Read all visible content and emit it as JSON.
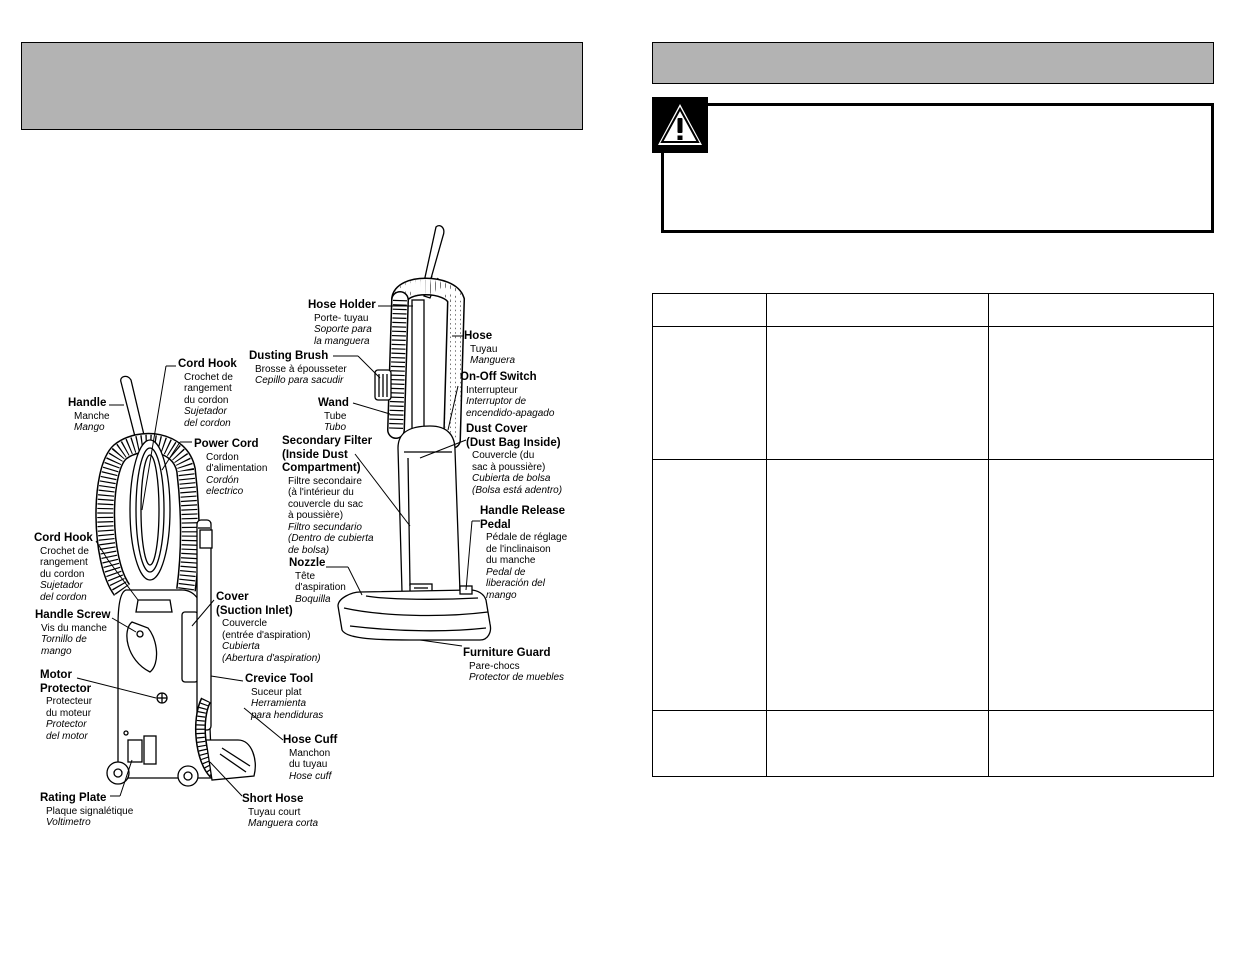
{
  "labels": {
    "hose_holder": {
      "en": "Hose Holder",
      "fr": "Porte- tuyau",
      "es": [
        "Soporte para",
        "la manguera"
      ]
    },
    "hose": {
      "en": "Hose",
      "fr": "Tuyau",
      "es": [
        "Manguera"
      ]
    },
    "dusting_brush": {
      "en": "Dusting Brush",
      "fr": "Brosse à épousseter",
      "es": [
        "Cepillo para sacudir"
      ]
    },
    "on_off_switch": {
      "en": "On-Off Switch",
      "fr": "Interrupteur",
      "es": [
        "Interruptor de",
        "encendido-apagado"
      ]
    },
    "wand": {
      "en": "Wand",
      "fr": "Tube",
      "es": [
        "Tubo"
      ]
    },
    "dust_cover": {
      "en": [
        "Dust Cover",
        "(Dust Bag Inside)"
      ],
      "fr": [
        "Couvercle (du",
        "sac à poussière)"
      ],
      "es": [
        "Cubierta de bolsa",
        "(Bolsa está adentro)"
      ]
    },
    "secondary_filter": {
      "en": [
        "Secondary Filter",
        "(Inside Dust",
        "Compartment)"
      ],
      "fr": [
        "Filtre secondaire",
        "(à l'intérieur du",
        "couvercle du sac",
        "à poussière)"
      ],
      "es": [
        "Filtro secundario",
        "(Dentro de cubierta",
        "de bolsa)"
      ]
    },
    "handle_release": {
      "en": [
        "Handle Release",
        "Pedal"
      ],
      "fr": [
        "Pédale de réglage",
        "de l'inclinaison",
        "du manche"
      ],
      "es": [
        "Pedal de",
        "liberación del",
        "mango"
      ]
    },
    "nozzle": {
      "en": "Nozzle",
      "fr": [
        "Tête",
        "d'aspiration"
      ],
      "es": [
        "Boquilla"
      ]
    },
    "furniture_guard": {
      "en": "Furniture Guard",
      "fr": "Pare-chocs",
      "es": [
        "Protector de muebles"
      ]
    },
    "cord_hook_top": {
      "en": "Cord Hook",
      "fr": [
        "Crochet de",
        "rangement",
        "du cordon"
      ],
      "es": [
        "Sujetador",
        "del cordon"
      ]
    },
    "handle": {
      "en": "Handle",
      "fr": "Manche",
      "es": [
        "Mango"
      ]
    },
    "power_cord": {
      "en": "Power Cord",
      "fr": [
        "Cordon",
        "d'alimentation"
      ],
      "es": [
        "Cordón",
        "electrico"
      ]
    },
    "cord_hook_low": {
      "en": "Cord Hook",
      "fr": [
        "Crochet de",
        "rangement",
        "du cordon"
      ],
      "es": [
        "Sujetador",
        "del cordon"
      ]
    },
    "handle_screw": {
      "en": "Handle Screw",
      "fr": "Vis du manche",
      "es": [
        "Tornillo de",
        "mango"
      ]
    },
    "cover": {
      "en": [
        "Cover",
        "(Suction Inlet)"
      ],
      "fr": [
        "Couvercle",
        "(entrée d'aspiration)"
      ],
      "es": [
        "Cubierta",
        "(Abertura d'aspiration)"
      ]
    },
    "motor_protector": {
      "en": [
        "Motor",
        "Protector"
      ],
      "fr": [
        "Protecteur",
        "du moteur"
      ],
      "es": [
        "Protector",
        "del motor"
      ]
    },
    "crevice_tool": {
      "en": "Crevice Tool",
      "fr": "Suceur plat",
      "es": [
        "Herramienta",
        "para hendiduras"
      ]
    },
    "hose_cuff": {
      "en": "Hose Cuff",
      "fr": [
        "Manchon",
        "du tuyau"
      ],
      "es": [
        "Hose cuff"
      ]
    },
    "rating_plate": {
      "en": "Rating Plate",
      "fr": "Plaque signalétique",
      "es": [
        "Voltimetro"
      ]
    },
    "short_hose": {
      "en": "Short Hose",
      "fr": "Tuyau court",
      "es": [
        "Manguera corta"
      ]
    }
  },
  "icons": {
    "warning": "warning-exclamation-icon"
  }
}
